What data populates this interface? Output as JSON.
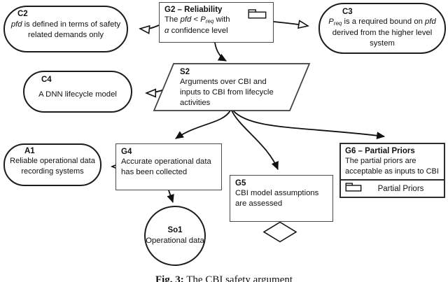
{
  "diagram_title": "GSN safety argument diagram",
  "nodes": {
    "c2": {
      "id": "C2",
      "em": "pfd",
      "rest": " is defined in terms of safety related demands only"
    },
    "g2": {
      "title": "G2 – Reliability",
      "t1": "The ",
      "em1": "pfd",
      "t2": " < ",
      "em2": "P",
      "sub": "req",
      "t3": " with",
      "em3": "α",
      "t4": " confidence level"
    },
    "c3": {
      "id": "C3",
      "em1": "P",
      "sub": "req",
      "mid": " is a required bound on ",
      "em2": "pfd",
      "rest": " derived from the higher level system"
    },
    "c4": {
      "id": "C4",
      "body": "A DNN lifecycle model"
    },
    "s2": {
      "id": "S2",
      "body": "Arguments over CBI and inputs to CBI from lifecycle activities"
    },
    "a1": {
      "id": "A1",
      "body": "Reliable operational data recording systems"
    },
    "g4": {
      "id": "G4",
      "body": "Accurate operational data has been collected"
    },
    "so1": {
      "id": "So1",
      "body": "Operational data"
    },
    "g5": {
      "id": "G5",
      "body": "CBI model assumptions are assessed"
    },
    "g6": {
      "title": "G6 – Partial Priors",
      "body": "The partial priors are acceptable as inputs to CBI",
      "attachment": "Partial Priors"
    }
  },
  "icons": {
    "g2_module": "module-folder-icon",
    "g6_module": "module-folder-icon"
  },
  "caption": {
    "prefix": "Fig. 3:",
    "text": " The CBI safety argument"
  },
  "colors": {
    "stroke": "#111111",
    "box_border": "#484848",
    "background": "#ffffff"
  }
}
